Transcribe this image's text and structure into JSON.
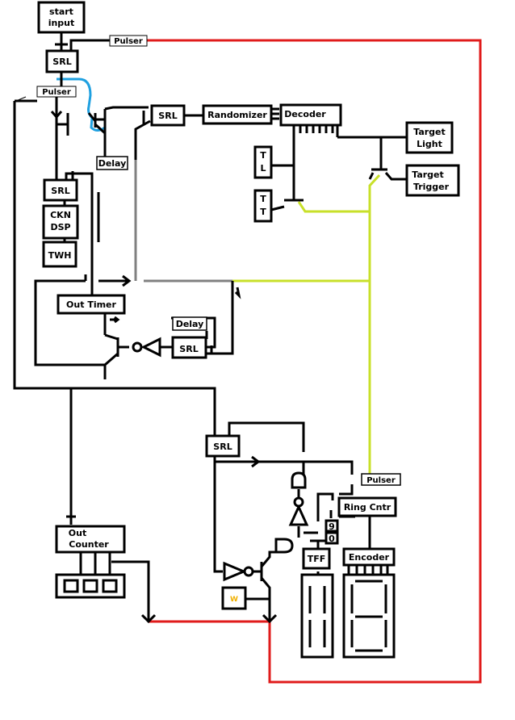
{
  "colors": {
    "wire": "#000000",
    "feedback": "#e01b1b",
    "hit_path": "#c8e02a",
    "timer_path": "#808080",
    "loop": "#1fa0e0",
    "w_label": "#f0b000"
  },
  "labels": {
    "start_input_1": "start",
    "start_input_2": "input",
    "pulser_top": "Pulser",
    "srl_top": "SRL",
    "pulser_left": "Pulser",
    "srl_mid": "SRL",
    "randomizer": "Randomizer",
    "decoder": "Decoder",
    "target_light_1": "Target",
    "target_light_2": "Light",
    "target_trigger_1": "Target",
    "target_trigger_2": "Trigger",
    "tl_1": "T",
    "tl_2": "L",
    "tt_1": "T",
    "tt_2": "T",
    "delay_top": "Delay",
    "srl_left": "SRL",
    "ckn_dsp_1": "CKN",
    "ckn_dsp_2": "DSP",
    "twh": "TWH",
    "out_timer": "Out Timer",
    "delay_mid": "Delay",
    "srl_inv": "SRL",
    "srl_low": "SRL",
    "pulser_right": "Pulser",
    "ring_cntr": "Ring Cntr",
    "ring_9": "9",
    "ring_0": "0",
    "tff": "TFF",
    "encoder": "Encoder",
    "out_counter_1": "Out",
    "out_counter_2": "Counter",
    "w": "W"
  },
  "icons": [
    "transistor-icon",
    "inverter-icon",
    "and-gate-icon",
    "seven-segment-display-icon",
    "arrow-icon"
  ]
}
